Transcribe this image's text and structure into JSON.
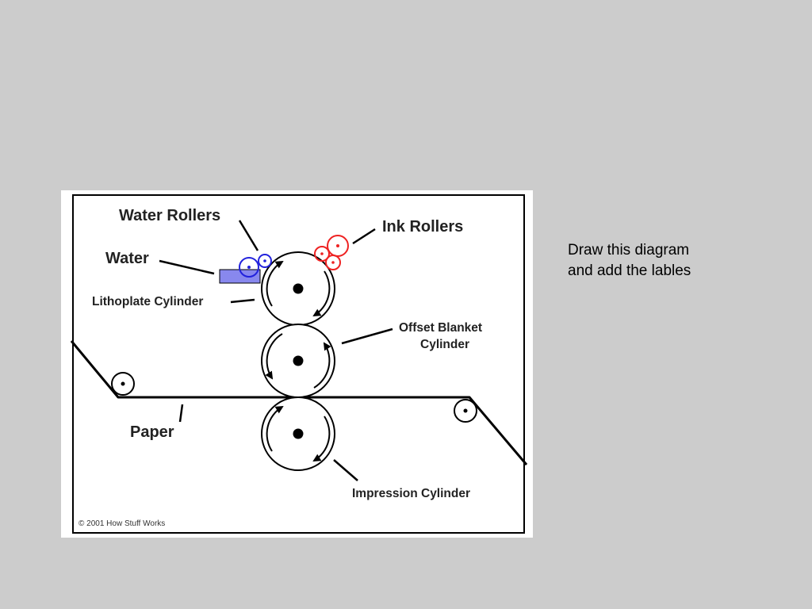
{
  "instruction": {
    "line1": "Draw this diagram",
    "line2": "and add the lables"
  },
  "diagram": {
    "labels": {
      "water_rollers": "Water Rollers",
      "water": "Water",
      "ink_rollers": "Ink Rollers",
      "lithoplate_cylinder": "Lithoplate Cylinder",
      "offset_blanket_line1": "Offset Blanket",
      "offset_blanket_line2": "Cylinder",
      "paper": "Paper",
      "impression_cylinder": "Impression Cylinder",
      "copyright": "© 2001 How Stuff Works"
    },
    "colors": {
      "water_rollers": "#2222dd",
      "ink_rollers": "#ee2222",
      "water_tray": "#8888ee",
      "outline": "#000000"
    }
  }
}
